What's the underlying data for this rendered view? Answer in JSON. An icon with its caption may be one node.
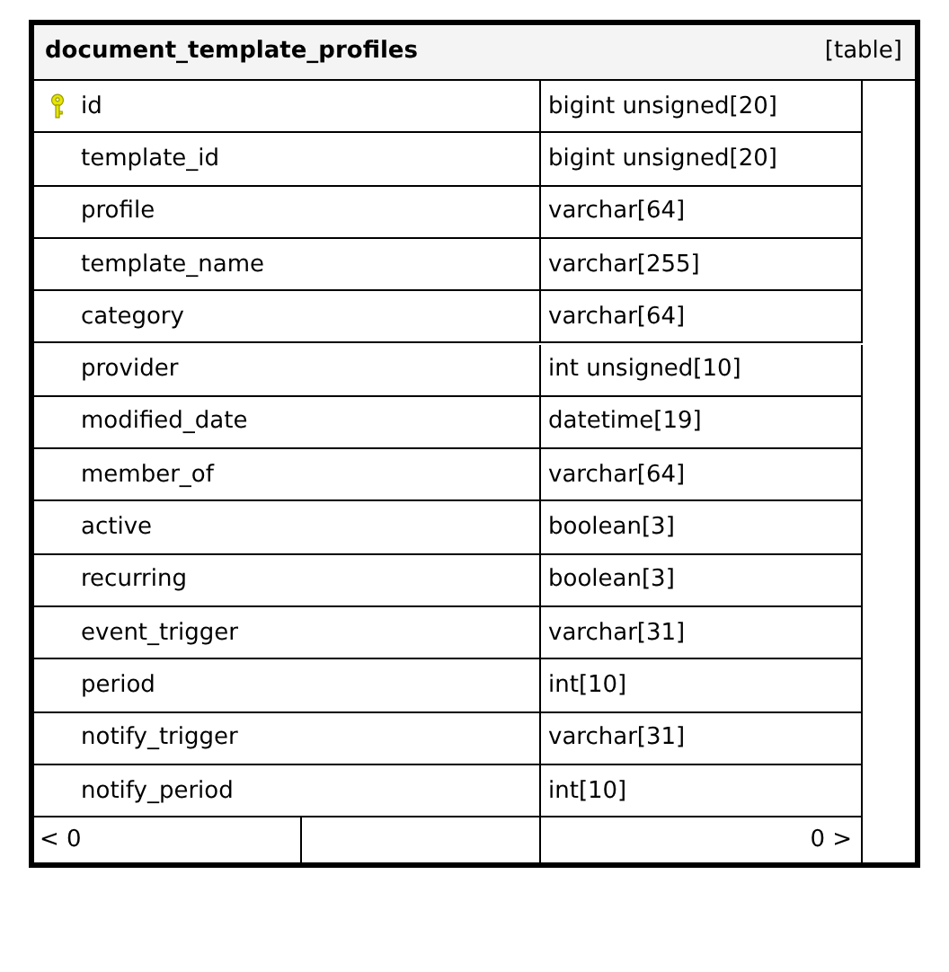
{
  "diagram": {
    "nodes": [
      {
        "text": [
          "document_template_profiles",
          "[table]"
        ]
      }
    ],
    "labels": [
      "id",
      "bigint unsigned[20]",
      "template_id",
      "bigint unsigned[20]",
      "profile",
      "varchar[64]",
      "template_name",
      "varchar[255]",
      "category",
      "varchar[64]",
      "provider",
      "int unsigned[10]",
      "modified_date",
      "datetime[19]",
      "member_of",
      "varchar[64]",
      "active",
      "boolean[3]",
      "recurring",
      "boolean[3]",
      "event_trigger",
      "varchar[31]",
      "period",
      "int[10]",
      "notify_trigger",
      "varchar[31]",
      "notify_period",
      "int[10]",
      "< 0",
      "0 >"
    ]
  }
}
